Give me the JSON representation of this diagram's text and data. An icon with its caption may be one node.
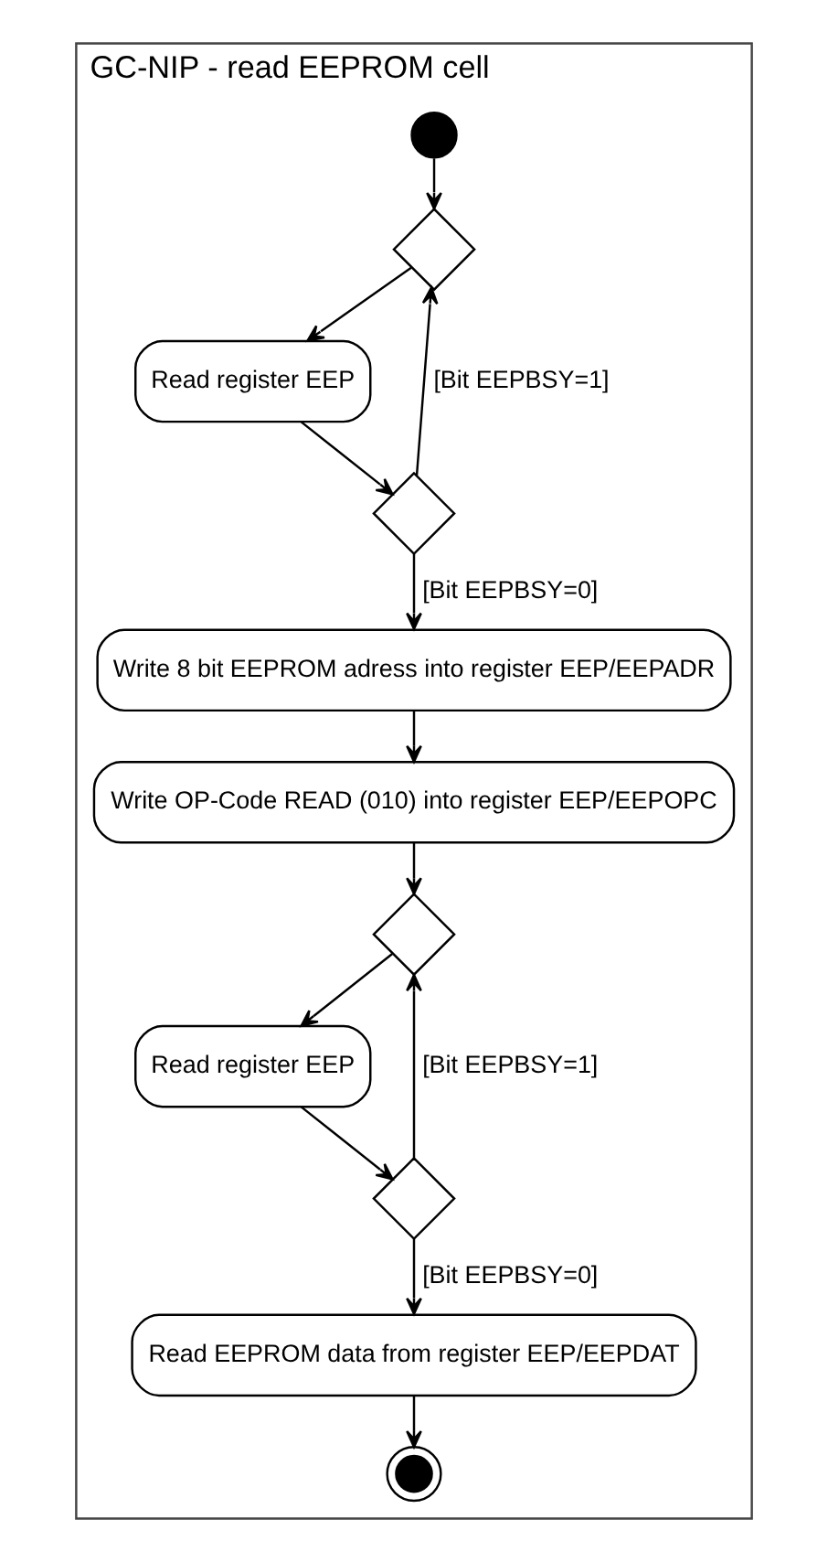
{
  "diagram": {
    "nodes": [
      {
        "text": [
          "GC-NIP - read EEPROM cell"
        ]
      },
      {
        "text": [],
        "shape": "circle",
        "in": 0
      },
      {
        "text": [],
        "shape": "diamond",
        "in": 0
      },
      {
        "text": [
          "Read register EEP"
        ],
        "in": 0
      },
      {
        "text": [],
        "shape": "diamond",
        "in": 0
      },
      {
        "text": [
          "Write 8 bit EEPROM adress into register EEP/EEPADR"
        ],
        "in": 0
      },
      {
        "text": [
          "Write OP-Code READ (010) into register EEP/EEPOPC"
        ],
        "in": 0
      },
      {
        "text": [],
        "shape": "diamond",
        "in": 0
      },
      {
        "text": [
          "Read register EEP"
        ],
        "in": 0
      },
      {
        "text": [],
        "shape": "diamond",
        "in": 0
      },
      {
        "text": [
          "Read EEPROM data from register EEP/EEPDAT"
        ],
        "in": 0
      },
      {
        "text": [],
        "shape": "circle",
        "in": 0
      }
    ],
    "edges": [
      {
        "from": 1,
        "to": 2,
        "arrow": "to"
      },
      {
        "from": 2,
        "to": 3,
        "arrow": "to"
      },
      {
        "from": 3,
        "to": 4,
        "arrow": "to"
      },
      {
        "from": 4,
        "to": 2,
        "arrow": "to",
        "label": "[Bit EEPBSY=1]"
      },
      {
        "from": 4,
        "to": 5,
        "arrow": "to",
        "label": "[Bit EEPBSY=0]"
      },
      {
        "from": 5,
        "to": 6,
        "arrow": "to"
      },
      {
        "from": 6,
        "to": 7,
        "arrow": "to"
      },
      {
        "from": 7,
        "to": 8,
        "arrow": "to"
      },
      {
        "from": 8,
        "to": 9,
        "arrow": "to"
      },
      {
        "from": 9,
        "to": 7,
        "arrow": "to",
        "label": "[Bit EEPBSY=1]"
      },
      {
        "from": 9,
        "to": 10,
        "arrow": "to",
        "label": "[Bit EEPBSY=0]"
      },
      {
        "from": 10,
        "to": 11,
        "arrow": "to"
      }
    ]
  }
}
